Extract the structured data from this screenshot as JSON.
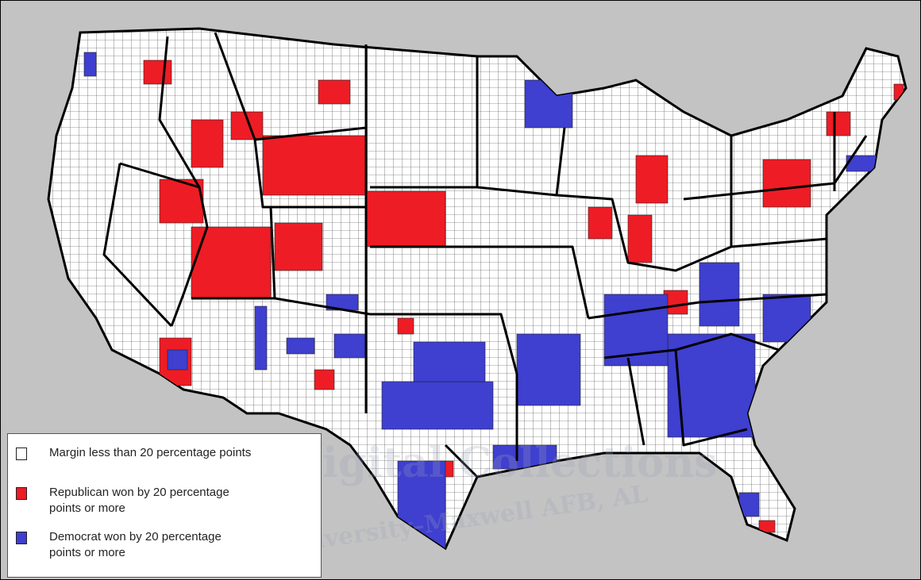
{
  "legend": {
    "items": [
      {
        "label": "Margin less than 20 percentage points",
        "color": "#ffffff"
      },
      {
        "label": "Republican won by 20 percentage\npoints or more",
        "color": "#ee1c25"
      },
      {
        "label": "Democrat won by 20 percentage\npoints or more",
        "color": "#3f3fd0"
      }
    ]
  },
  "watermark": {
    "line1": "Digital Collections",
    "line2": "Air University–Maxwell AFB, AL"
  },
  "colors": {
    "background": "#c3c3c3",
    "land": "#ffffff",
    "republican": "#ee1c25",
    "democrat": "#3f3fd0",
    "border": "#000000"
  }
}
